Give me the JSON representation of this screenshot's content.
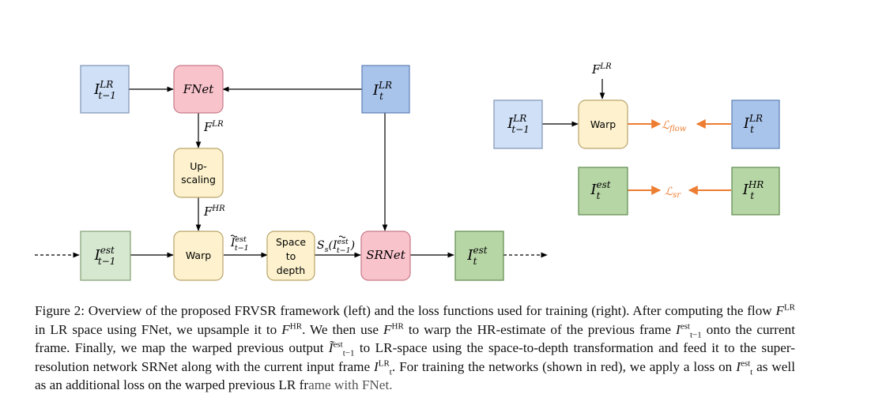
{
  "colors": {
    "blue": "#a9c4eb",
    "blue_border": "#5d7fb5",
    "light_blue": "#cfe0f7",
    "light_blue_border": "#7f93b3",
    "pink": "#f9c3cc",
    "pink_border": "#c67a88",
    "yellow": "#fdf2cd",
    "yellow_border": "#b9a36a",
    "green": "#b7d6a6",
    "green_border": "#5e8a4e",
    "light_green": "#d6e8d0",
    "light_green_border": "#83a076",
    "orange_arrow": "#ed7d31"
  },
  "diagram": {
    "fnet": "FNet",
    "srnet": "SRNet",
    "upscaling_line1": "Up-",
    "upscaling_line2": "scaling",
    "warp": "Warp",
    "space_line1": "Space",
    "space_line2": "to",
    "space_line3": "depth",
    "I": "I",
    "F": "F",
    "S": "S",
    "sup_LR": "LR",
    "sup_HR": "HR",
    "sup_est": "est",
    "sub_t": "t",
    "sub_tm1": "t−1",
    "sub_s": "s",
    "loss_symbol": "ℒ",
    "loss_flow_sub": "flow",
    "loss_sr_sub": "sr"
  },
  "caption": {
    "p1": "Figure 2: Overview of the proposed FRVSR framework (left) and the loss functions used for training (right). After computing the flow ",
    "F": "F",
    "LR": "LR",
    "HR": "HR",
    "est": "est",
    "t": "t",
    "tm1": "t−1",
    "p2": " in LR space using FNet, we upsample it to ",
    "p3": ". We then use ",
    "p4": " to warp the HR-estimate of the previous frame ",
    "p5": " onto the current frame. Finally, we map the warped previous output ",
    "p6": " to LR-space using the space-to-depth transformation and feed it to the super-resolution network SRNet along with the current input frame ",
    "p7": ". For training the networks (shown in red), we apply a loss on ",
    "p8": " as well as an additional loss on the warped previous LR fr",
    "p9": "ame with FNet."
  }
}
